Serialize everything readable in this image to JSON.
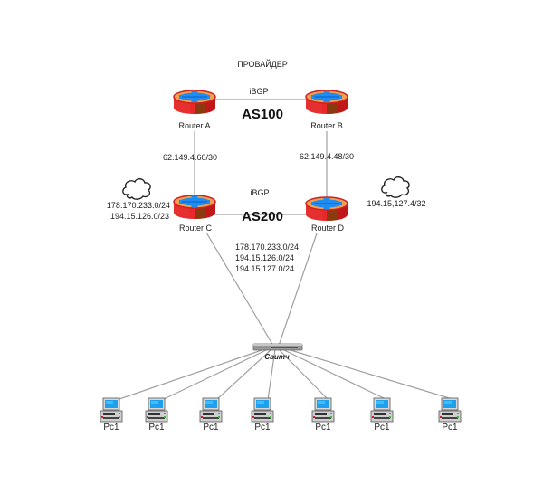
{
  "diagram": {
    "title": "ПРОВАЙДЕР",
    "autonomous_systems": [
      {
        "id": "as100",
        "label": "AS100",
        "link_label": "iBGP"
      },
      {
        "id": "as200",
        "label": "AS200",
        "link_label": "iBGP"
      }
    ],
    "routers": [
      {
        "id": "A",
        "label": "Router A"
      },
      {
        "id": "B",
        "label": "Router B"
      },
      {
        "id": "C",
        "label": "Router C"
      },
      {
        "id": "D",
        "label": "Router D"
      }
    ],
    "links": {
      "a_c": "62.149.4.60/30",
      "b_d": "62.149.4.48/30"
    },
    "networks": {
      "left_cloud": [
        "178.170.233.0/24",
        "194.15.126.0/23"
      ],
      "right_cloud": [
        "194.15,127.4/32"
      ],
      "lan_prefixes": [
        "178.170.233.0/24",
        "194.15.126.0/24",
        "194.15.127.0/24"
      ]
    },
    "switch": {
      "label": "Свитч"
    },
    "pcs": [
      {
        "label": "Pc1"
      },
      {
        "label": "Pc1"
      },
      {
        "label": "Pc1"
      },
      {
        "label": "Pc1"
      },
      {
        "label": "Pc1"
      },
      {
        "label": "Pc1"
      },
      {
        "label": "Pc1"
      }
    ],
    "colors": {
      "router_red": "#e8282a",
      "router_dark": "#8b3a10",
      "router_top": "#f0a050",
      "router_cross": "#1e8cf0",
      "link": "#a0a0a0",
      "pc_screen": "#1ea0f0",
      "switch_led": "#30d030"
    }
  }
}
